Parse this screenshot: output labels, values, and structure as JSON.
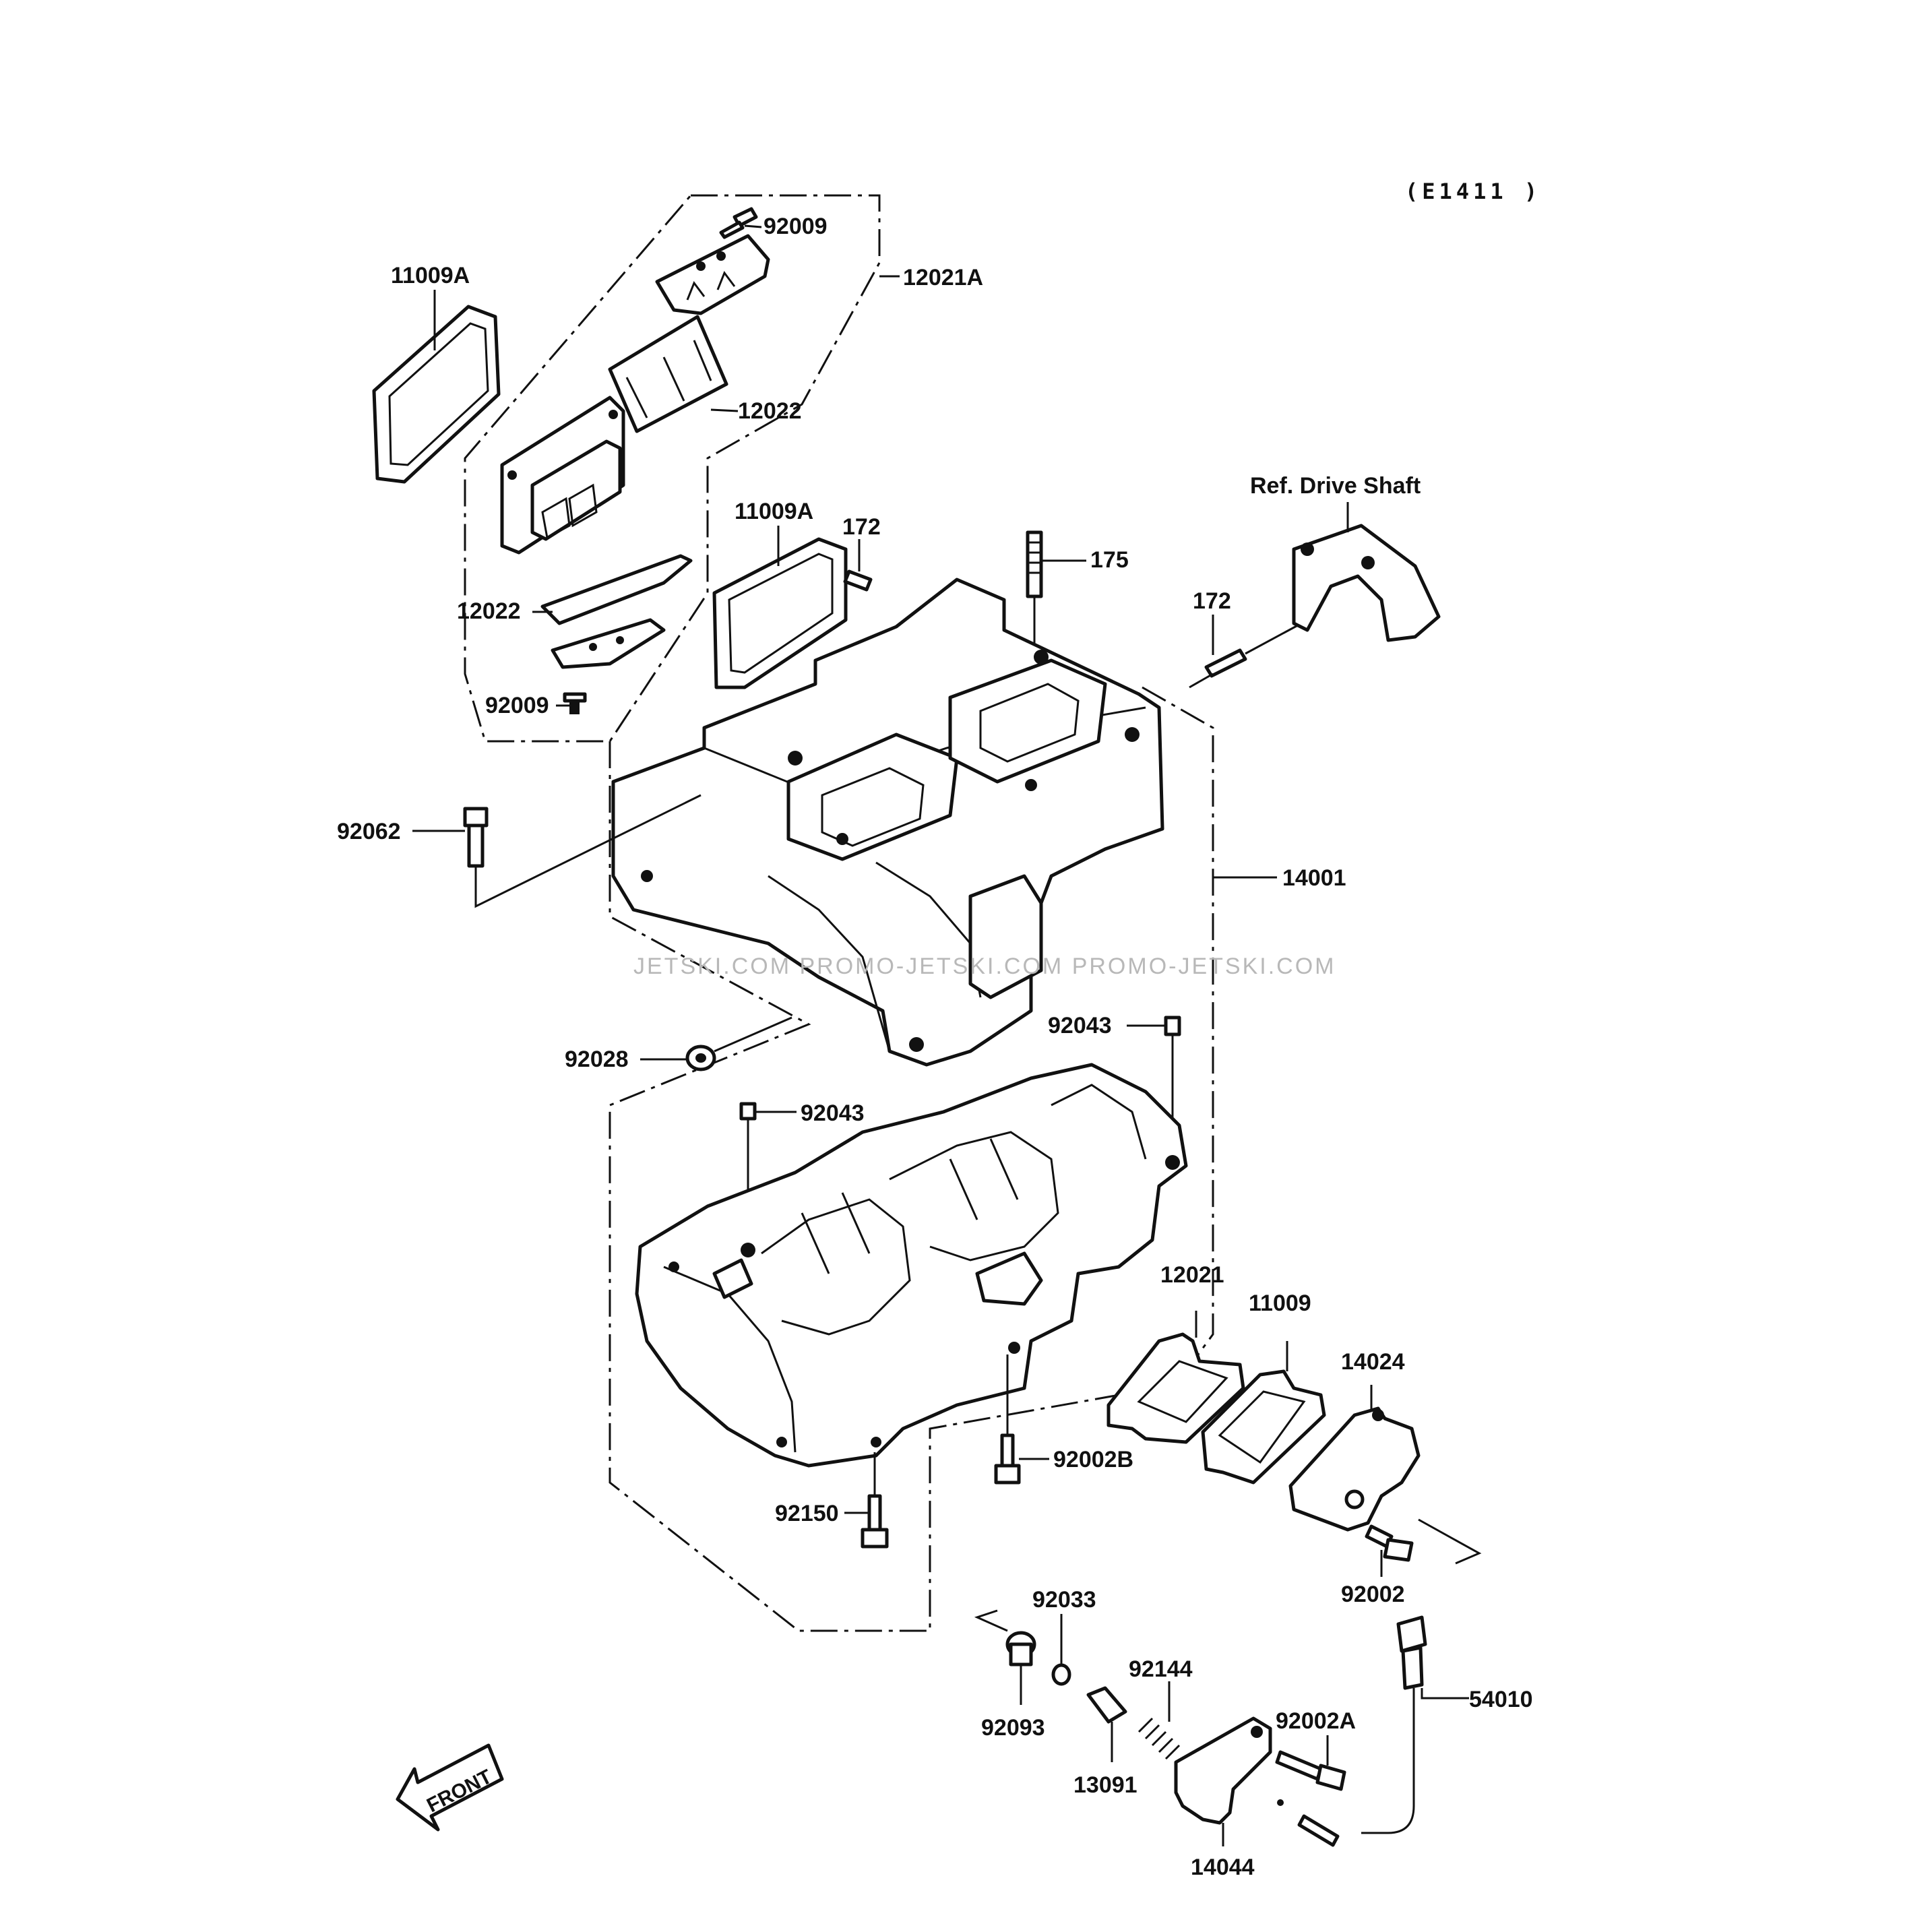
{
  "diagram_code": "(E1411 )",
  "reference_label": "Ref. Drive Shaft",
  "front_label": "FRONT",
  "watermark": "JETSKI.COM  PROMO-JETSKI.COM  PROMO-JETSKI.COM",
  "part_numbers": {
    "p92009_top": "92009",
    "p12021A": "12021A",
    "p11009A_left": "11009A",
    "p12022_upper": "12022",
    "p11009A_mid": "11009A",
    "p172_left": "172",
    "p175": "175",
    "p172_right": "172",
    "p12022_lower": "12022",
    "p92009_bottom": "92009",
    "p92062": "92062",
    "p14001": "14001",
    "p92043_right": "92043",
    "p92028": "92028",
    "p92043_left": "92043",
    "p12021": "12021",
    "p11009": "11009",
    "p14024": "14024",
    "p92002B": "92002B",
    "p92150": "92150",
    "p92002": "92002",
    "p92033": "92033",
    "p92144": "92144",
    "p92002A": "92002A",
    "p54010": "54010",
    "p92093": "92093",
    "p13091": "13091",
    "p14044": "14044"
  }
}
